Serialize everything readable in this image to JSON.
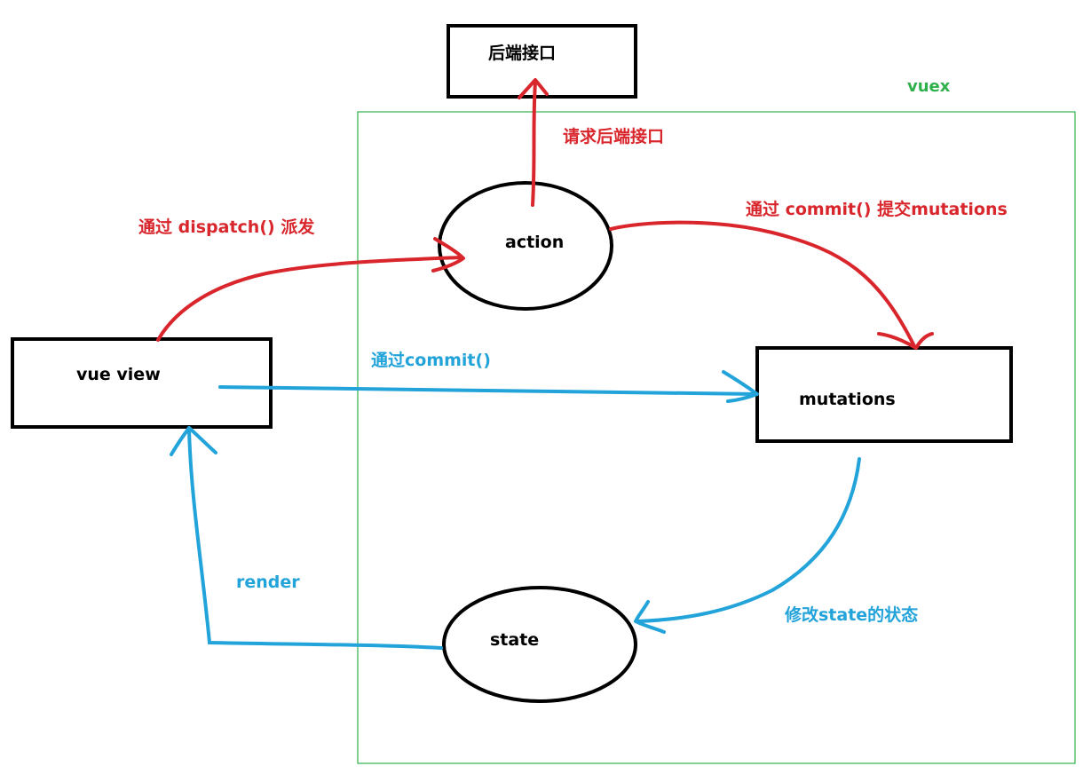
{
  "colors": {
    "red": "#d9262c",
    "blue": "#22a3d9",
    "green": "#2eb04b",
    "black": "#000000"
  },
  "nodes": {
    "backend": "后端接口",
    "vuex": "vuex",
    "action": "action",
    "vue_view": "vue view",
    "mutations": "mutations",
    "state": "state"
  },
  "edges": {
    "request_backend": "请求后端接口",
    "dispatch": "通过 dispatch() 派发",
    "commit_mutations": "通过 commit() 提交mutations",
    "commit": "通过commit()",
    "render": "render",
    "modify_state": "修改state的状态"
  }
}
